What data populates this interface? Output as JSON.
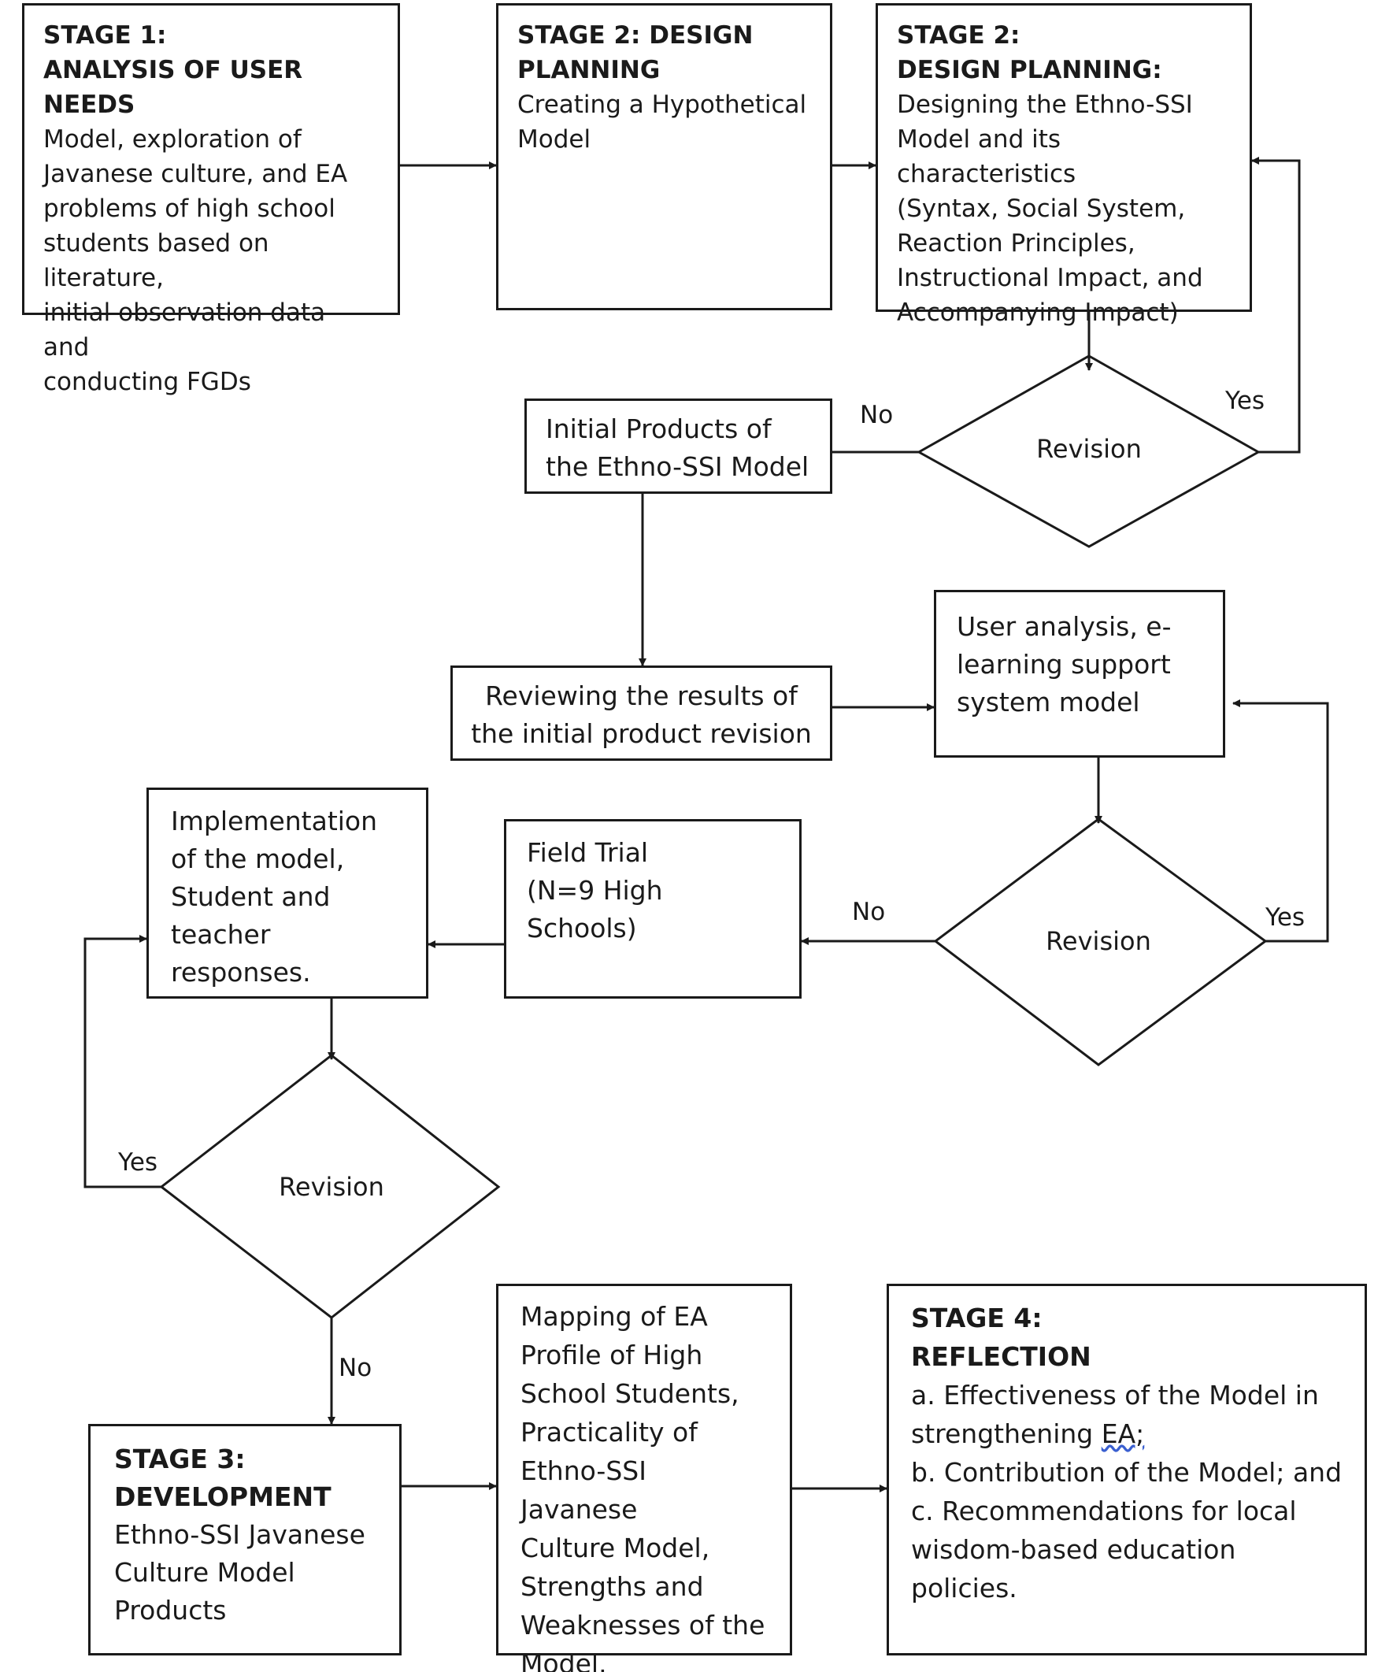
{
  "stage1": {
    "heading1": "STAGE 1:",
    "heading2": "ANALYSIS OF USER NEEDS",
    "body": "Model, exploration of\nJavanese culture, and EA\nproblems of high school\nstudents based on literature,\ninitial observation data and\nconducting FGDs"
  },
  "stage2a": {
    "heading1": "STAGE 2: DESIGN",
    "heading2": "PLANNING",
    "body": "Creating a Hypothetical\nModel"
  },
  "stage2b": {
    "heading1": "STAGE 2:",
    "heading2": "DESIGN PLANNING:",
    "body": "Designing the Ethno-SSI\nModel and its characteristics\n(Syntax, Social System,\nReaction Principles,\nInstructional Impact, and\nAccompanying Impact)"
  },
  "initial_products": {
    "text": "Initial Products of\nthe Ethno-SSI Model"
  },
  "reviewing": {
    "text": "Reviewing the results of\nthe initial product revision"
  },
  "user_analysis": {
    "text": "User analysis, e-\nlearning support\nsystem model"
  },
  "field_trial": {
    "text": "Field Trial\n(N=9 High Schools)"
  },
  "implementation": {
    "text": "Implementation\nof the model,\nStudent and\nteacher\nresponses."
  },
  "stage3": {
    "heading1": "STAGE 3:",
    "heading2": "DEVELOPMENT",
    "body": "Ethno-SSI Javanese\nCulture Model\nProducts"
  },
  "mapping": {
    "text": "Mapping  of EA\nProfile of High\nSchool Students,\nPracticality of\nEthno-SSI Javanese\nCulture Model,\nStrengths and\nWeaknesses of the\nModel."
  },
  "stage4": {
    "heading1": "STAGE 4:",
    "heading2": "REFLECTION",
    "line1": "a. Effectiveness of the Model in",
    "line2_pre": "strengthening ",
    "line2_ul": "EA;",
    "line3": "b. Contribution of the Model; and",
    "line4": "c. Recommendations for local",
    "line5": "wisdom-based education",
    "line6": "policies."
  },
  "decisions": {
    "revision1": "Revision",
    "revision2": "Revision",
    "revision3": "Revision"
  },
  "edge_labels": {
    "no1": "No",
    "yes1": "Yes",
    "no2": "No",
    "yes2": "Yes",
    "yes3": "Yes",
    "no3": "No"
  }
}
